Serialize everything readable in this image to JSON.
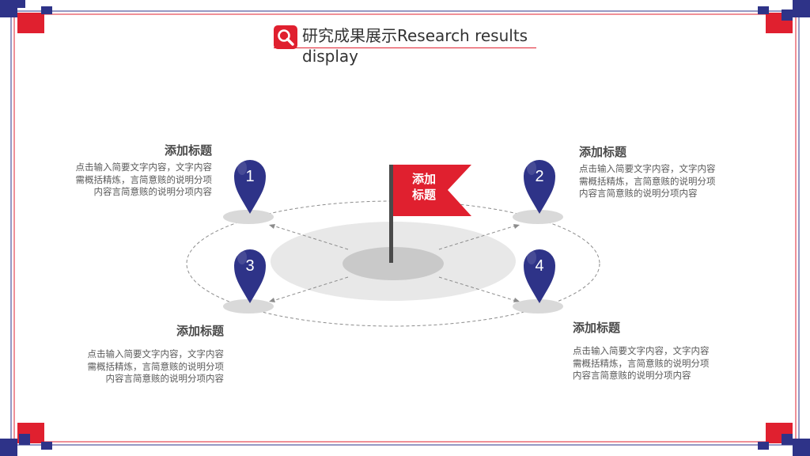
{
  "title": {
    "text": "研究成果展示Research results display",
    "icon": "search-icon"
  },
  "flag": {
    "line1": "添加",
    "line2": "标题"
  },
  "pins": [
    {
      "num": "1"
    },
    {
      "num": "2"
    },
    {
      "num": "3"
    },
    {
      "num": "4"
    }
  ],
  "blocks": [
    {
      "title": "添加标题",
      "lines": [
        "点击输入简要文字内容，文字内容",
        "需概括精炼，言简意赅的说明分项",
        "内容言简意赅的说明分项内容"
      ]
    },
    {
      "title": "添加标题",
      "lines": [
        "点击输入简要文字内容，文字内容",
        "需概括精炼，言简意赅的说明分项",
        "内容言简意赅的说明分项内容"
      ]
    },
    {
      "title": "添加标题",
      "lines": [
        "点击输入简要文字内容，文字内容",
        "需概括精炼，言简意赅的说明分项",
        "内容言简意赅的说明分项内容"
      ]
    },
    {
      "title": "添加标题",
      "lines": [
        "点击输入简要文字内容，文字内容",
        "需概括精炼，言简意赅的说明分项",
        "内容言简意赅的说明分项内容"
      ]
    }
  ],
  "colors": {
    "accent": "#e0202f",
    "navy": "#2e3388",
    "gray": "#e6e6e6"
  }
}
